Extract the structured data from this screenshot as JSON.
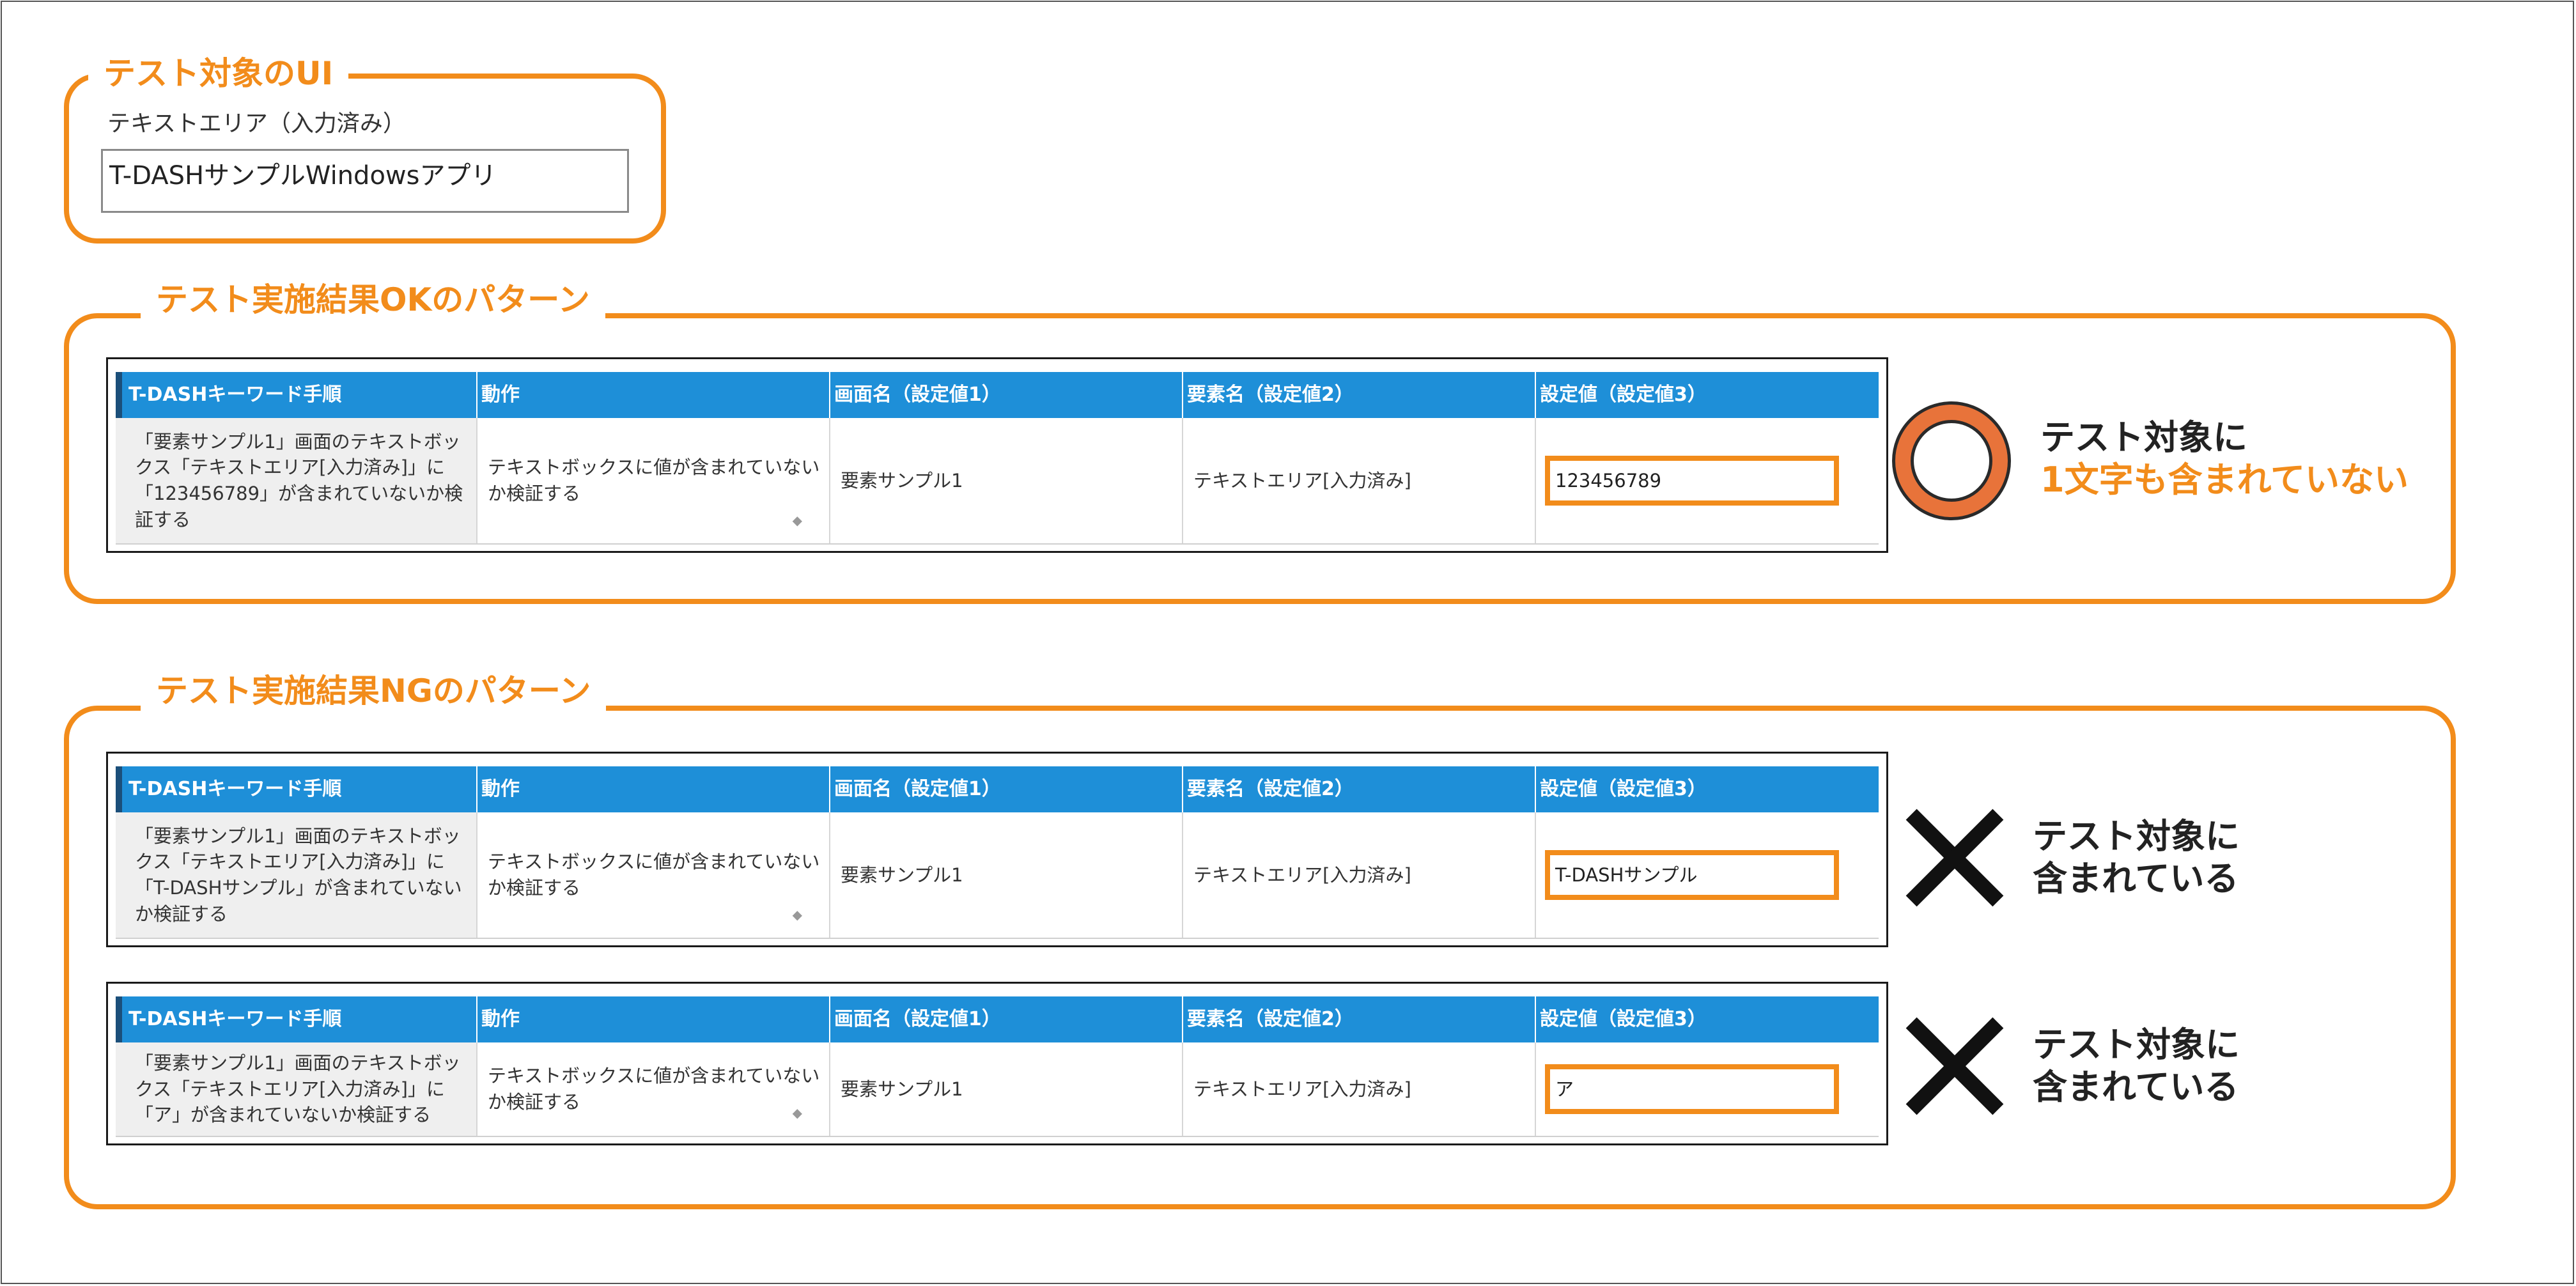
{
  "section_ui": {
    "title": "テスト対象のUI",
    "textarea_label": "テキストエリア（入力済み）",
    "textarea_value": "T-DASHサンプルWindowsアプリ"
  },
  "section_ok": {
    "title": "テスト実施結果OKのパターン"
  },
  "section_ng": {
    "title": "テスト実施結果NGのパターン"
  },
  "table_headers": [
    "T-DASHキーワード手順",
    "動作",
    "画面名（設定値1）",
    "要素名（設定値2）",
    "設定値（設定値3）"
  ],
  "tables": [
    {
      "step": "「要素サンプル1」画面のテキストボックス「テキストエリア[入力済み]」に「123456789」が含まれていないか検証する",
      "action": "テキストボックスに値が含まれていないか検証する",
      "screen": "要素サンプル1",
      "element": "テキストエリア[入力済み]",
      "value": "123456789"
    },
    {
      "step": "「要素サンプル1」画面のテキストボックス「テキストエリア[入力済み]」に「T-DASHサンプル」が含まれていないか検証する",
      "action": "テキストボックスに値が含まれていないか検証する",
      "screen": "要素サンプル1",
      "element": "テキストエリア[入力済み]",
      "value": "T-DASHサンプル"
    },
    {
      "step": "「要素サンプル1」画面のテキストボックス「テキストエリア[入力済み]」に「ア」が含まれていないか検証する",
      "action": "テキストボックスに値が含まれていないか検証する",
      "screen": "要素サンプル1",
      "element": "テキストエリア[入力済み]",
      "value": "ア"
    }
  ],
  "results": {
    "ok_line1": "テスト対象に",
    "ok_line2": "1文字も含まれていない",
    "ng_line1": "テスト対象に",
    "ng_line2": "含まれている"
  },
  "icons": {
    "ok": "circle-icon",
    "ng": "cross-icon"
  },
  "colors": {
    "accent": "#f28c1b",
    "header_blue": "#1e8fd8",
    "ok_circle": "#e8733a"
  }
}
